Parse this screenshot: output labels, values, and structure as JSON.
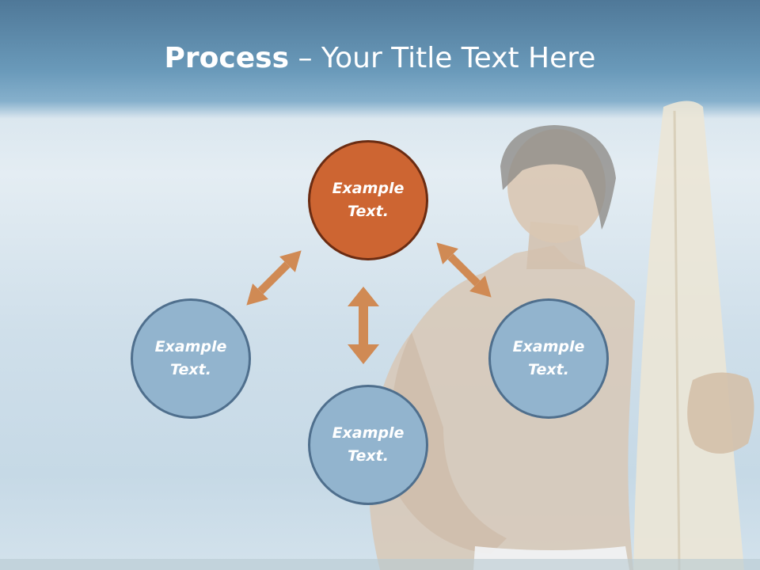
{
  "slide": {
    "title_bold": "Process",
    "title_rest": " – Your Title Text Here"
  },
  "diagram": {
    "nodes": [
      {
        "id": "top",
        "label_line1": "Example",
        "label_line2": "Text.",
        "color": "#cd6532"
      },
      {
        "id": "left",
        "label_line1": "Example",
        "label_line2": "Text.",
        "color": "#92b4ce"
      },
      {
        "id": "bottom",
        "label_line1": "Example",
        "label_line2": "Text.",
        "color": "#92b4ce"
      },
      {
        "id": "right",
        "label_line1": "Example",
        "label_line2": "Text.",
        "color": "#92b4ce"
      }
    ],
    "arrow_color": "#d08a54"
  }
}
